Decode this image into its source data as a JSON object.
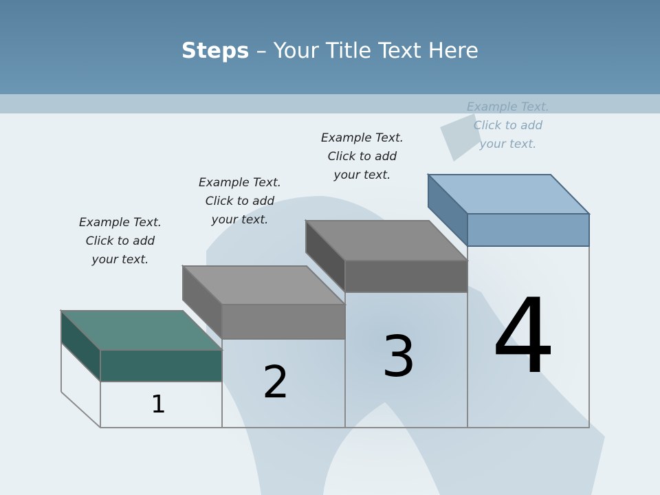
{
  "slide": {
    "title_bold": "Steps",
    "title_rest": " – Your Title Text Here"
  },
  "steps": [
    {
      "number": "1",
      "caption": [
        "Example Text.",
        "Click  to add",
        "your text."
      ],
      "color": "#2f6a66"
    },
    {
      "number": "2",
      "caption": [
        "Example Text.",
        "Click  to add",
        "your text."
      ],
      "color": "#7a7a7a"
    },
    {
      "number": "3",
      "caption": [
        "Example Text.",
        "Click  to add",
        "your text."
      ],
      "color": "#6b6b6b"
    },
    {
      "number": "4",
      "caption": [
        "Example Text.",
        "Click  to add",
        "your text."
      ],
      "color": "#7fa3bf"
    }
  ],
  "colors": {
    "header": "#5f89a8",
    "subbar": "#b3c8d5",
    "background": "#e9f0f3"
  }
}
